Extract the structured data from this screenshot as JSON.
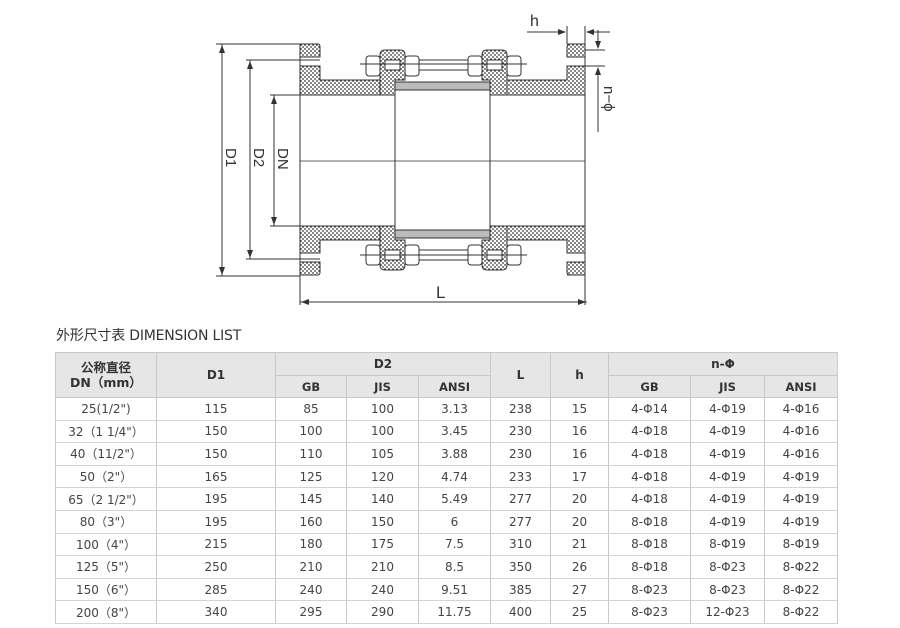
{
  "drawing": {
    "labels": {
      "h": "h",
      "n_phi": "n−ϕ",
      "dn": "DN",
      "d1": "D1",
      "d2": "D2",
      "l": "L"
    },
    "fill_pattern": "cross-hatch",
    "line_color": "#333333"
  },
  "table": {
    "title": "外形尺寸表  DIMENSION LIST",
    "header": {
      "dn_line1": "公称直径",
      "dn_line2": "DN（mm）",
      "d1": "D1",
      "d2": "D2",
      "l": "L",
      "h": "h",
      "n_phi": "n-Φ",
      "d2_sub": [
        "GB",
        "JIS",
        "ANSI"
      ],
      "nphi_sub": [
        "GB",
        "JIS",
        "ANSI"
      ]
    },
    "columns": [
      "DN (mm)",
      "D1",
      "D2 GB",
      "D2 JIS",
      "D2 ANSI",
      "L",
      "h",
      "n-Φ GB",
      "n-Φ JIS",
      "n-Φ ANSI"
    ],
    "rows": [
      [
        "25(1/2\")",
        "115",
        "85",
        "100",
        "3.13",
        "238",
        "15",
        "4-Φ14",
        "4-Φ19",
        "4-Φ16"
      ],
      [
        "32（1 1/4\"）",
        "150",
        "100",
        "100",
        "3.45",
        "230",
        "16",
        "4-Φ18",
        "4-Φ19",
        "4-Φ16"
      ],
      [
        "40（11/2\"）",
        "150",
        "110",
        "105",
        "3.88",
        "230",
        "16",
        "4-Φ18",
        "4-Φ19",
        "4-Φ16"
      ],
      [
        "50（2\"）",
        "165",
        "125",
        "120",
        "4.74",
        "233",
        "17",
        "4-Φ18",
        "4-Φ19",
        "4-Φ19"
      ],
      [
        "65（2 1/2\"）",
        "195",
        "145",
        "140",
        "5.49",
        "277",
        "20",
        "4-Φ18",
        "4-Φ19",
        "4-Φ19"
      ],
      [
        "80（3\"）",
        "195",
        "160",
        "150",
        "6",
        "277",
        "20",
        "8-Φ18",
        "4-Φ19",
        "4-Φ19"
      ],
      [
        "100（4\"）",
        "215",
        "180",
        "175",
        "7.5",
        "310",
        "21",
        "8-Φ18",
        "8-Φ19",
        "8-Φ19"
      ],
      [
        "125（5\"）",
        "250",
        "210",
        "210",
        "8.5",
        "350",
        "26",
        "8-Φ18",
        "8-Φ23",
        "8-Φ22"
      ],
      [
        "150（6\"）",
        "285",
        "240",
        "240",
        "9.51",
        "385",
        "27",
        "8-Φ23",
        "8-Φ23",
        "8-Φ22"
      ],
      [
        "200（8\"）",
        "340",
        "295",
        "290",
        "11.75",
        "400",
        "25",
        "8-Φ23",
        "12-Φ23",
        "8-Φ22"
      ]
    ],
    "colors": {
      "header_bg": "#e6e6e6",
      "border": "#c8c8c8",
      "text": "#444444"
    }
  }
}
